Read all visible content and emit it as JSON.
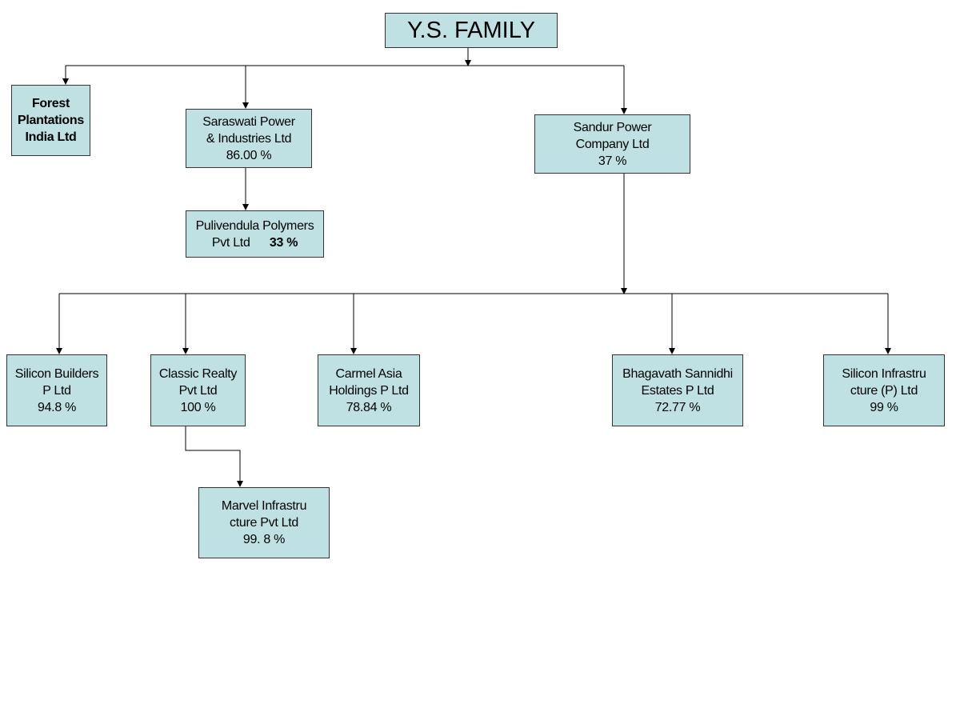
{
  "colors": {
    "box_fill": "#bfe1e3",
    "box_border": "#333333",
    "connector": "#000000",
    "background": "#ffffff"
  },
  "nodes": {
    "root": {
      "title": "Y.S. FAMILY"
    },
    "forest": {
      "line1": "Forest",
      "line2": "Plantations",
      "line3": "India Ltd"
    },
    "saraswati": {
      "line1": "Saraswati Power",
      "line2": "& Industries Ltd",
      "pct": "86.00 %"
    },
    "pulivendula": {
      "line1": "Pulivendula Polymers",
      "line2": "Pvt Ltd",
      "pct": "33 %"
    },
    "sandur": {
      "line1": "Sandur Power",
      "line2": "Company Ltd",
      "pct": "37 %"
    },
    "silicon_builders": {
      "line1": "Silicon Builders",
      "line2": "P Ltd",
      "pct": "94.8 %"
    },
    "classic": {
      "line1": "Classic Realty",
      "line2": "Pvt Ltd",
      "pct": "100 %"
    },
    "carmel": {
      "line1": "Carmel Asia",
      "line2": "Holdings P Ltd",
      "pct": "78.84 %"
    },
    "bhagavath": {
      "line1": "Bhagavath Sannidhi",
      "line2": "Estates P Ltd",
      "pct": "72.77 %"
    },
    "silicon_infra": {
      "line1": "Silicon Infrastru",
      "line2": "cture (P) Ltd",
      "pct": "99 %"
    },
    "marvel": {
      "line1": "Marvel Infrastru",
      "line2": "cture Pvt Ltd",
      "pct": "99. 8 %"
    }
  }
}
